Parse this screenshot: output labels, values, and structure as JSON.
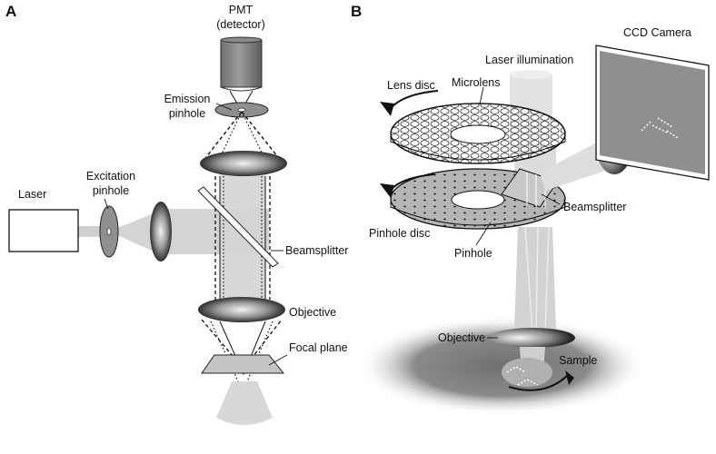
{
  "panel_a": {
    "letter": "A",
    "labels": {
      "pmt_line1": "PMT",
      "pmt_line2": "(detector)",
      "emission_line1": "Emission",
      "emission_line2": "pinhole",
      "laser": "Laser",
      "excitation_line1": "Excitation",
      "excitation_line2": "pinhole",
      "beamsplitter": "Beamsplitter",
      "objective": "Objective",
      "focal_plane": "Focal plane"
    }
  },
  "panel_b": {
    "letter": "B",
    "labels": {
      "ccd_camera": "CCD Camera",
      "laser_illumination": "Laser illumination",
      "lens_disc": "Lens disc",
      "microlens": "Microlens",
      "beamsplitter": "Beamsplitter",
      "pinhole_disc": "Pinhole disc",
      "pinhole": "Pinhole",
      "objective": "Objective",
      "sample": "Sample"
    }
  }
}
